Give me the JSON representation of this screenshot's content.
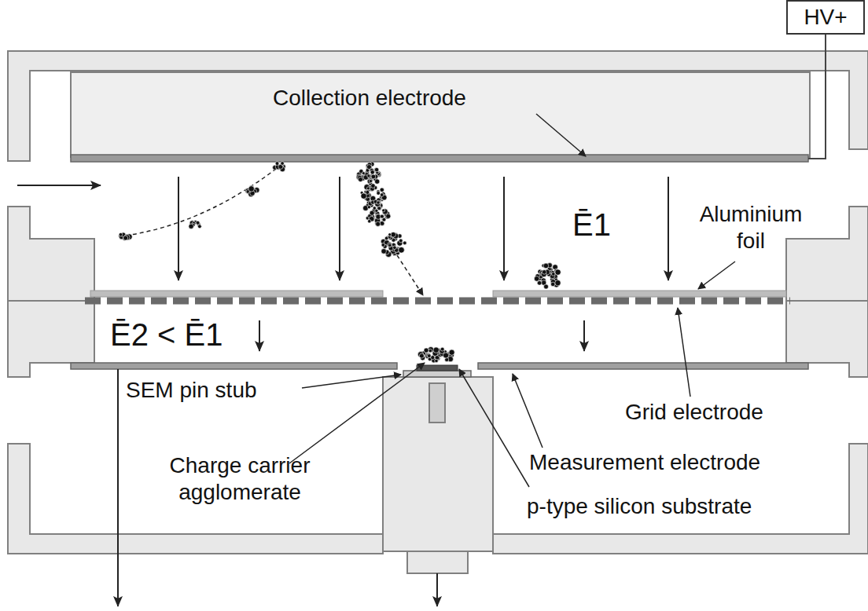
{
  "diagram": {
    "nodes": [
      {
        "text": [
          "HV+"
        ]
      }
    ],
    "labels": [
      "Collection electrode",
      "Ē1",
      "Aluminium foil",
      "Ē2 < Ē1",
      "SEM pin stub",
      "Grid electrode",
      "Charge carrier agglomerate",
      "Measurement electrode",
      "p-type silicon substrate"
    ]
  }
}
